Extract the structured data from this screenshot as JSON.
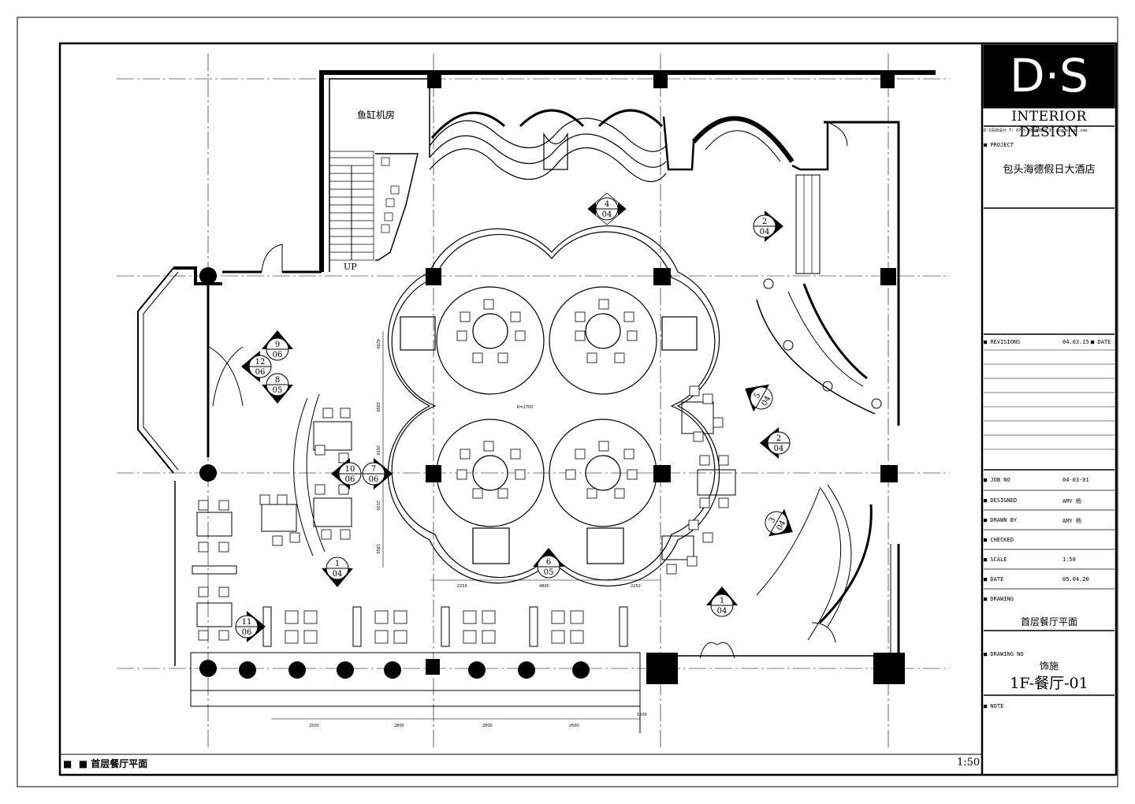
{
  "title_block": {
    "logo": "D·S",
    "company": "INTERIOR DESIGN",
    "contact_line": "D·S深圳设计    T: 0755-88888888    E: ds@design.com",
    "project_label": "■ PROJECT",
    "project_name": "包头海德假日大酒店",
    "revisions_label": "■ REVISIONS",
    "revision_date": "04.03.15",
    "date_label": "■ DATE",
    "job_no_label": "■ JOB NO",
    "job_no": "04-03-01",
    "designed_label": "■ DESIGNED",
    "designed": "AMY 杨",
    "drawn_label": "■ DRAWN BY",
    "drawn": "AMY 杨",
    "checked_label": "■ CHECKED",
    "scale_label": "■ SCALE",
    "scale": "1:50",
    "date2_label": "■ DATE",
    "date2": "05.04.20",
    "drawing_label": "■ DRAWING",
    "drawing_name": "首层餐厅平面",
    "drawing_no_label": "■ DRAWING NO",
    "drawing_type": "饰施",
    "drawing_no": "1F-餐厅-01",
    "note_label": "■ NOTE"
  },
  "plan": {
    "room_fishtank": "鱼缸机房",
    "stair_up": "UP",
    "bottom_title": "首层餐厅平面",
    "bottom_scale": "1:50",
    "dims_bottom": [
      "2500",
      "2800",
      "2800",
      "2600",
      "1500"
    ],
    "dims_mid": [
      "2250",
      "4800",
      "2250"
    ],
    "dims_left": [
      "4200",
      "1800",
      "2650",
      "2100",
      "1800"
    ],
    "radius_label": "R=2700",
    "callouts": [
      {
        "num": "4",
        "sheet": "04"
      },
      {
        "num": "2",
        "sheet": "04"
      },
      {
        "num": "9",
        "sheet": "06"
      },
      {
        "num": "12",
        "sheet": "06"
      },
      {
        "num": "8",
        "sheet": "05"
      },
      {
        "num": "5",
        "sheet": "04"
      },
      {
        "num": "2",
        "sheet": "04"
      },
      {
        "num": "10",
        "sheet": "06"
      },
      {
        "num": "7",
        "sheet": "06"
      },
      {
        "num": "3",
        "sheet": "04"
      },
      {
        "num": "1",
        "sheet": "04"
      },
      {
        "num": "6",
        "sheet": "05"
      },
      {
        "num": "1",
        "sheet": "04"
      },
      {
        "num": "11",
        "sheet": "06"
      }
    ]
  }
}
